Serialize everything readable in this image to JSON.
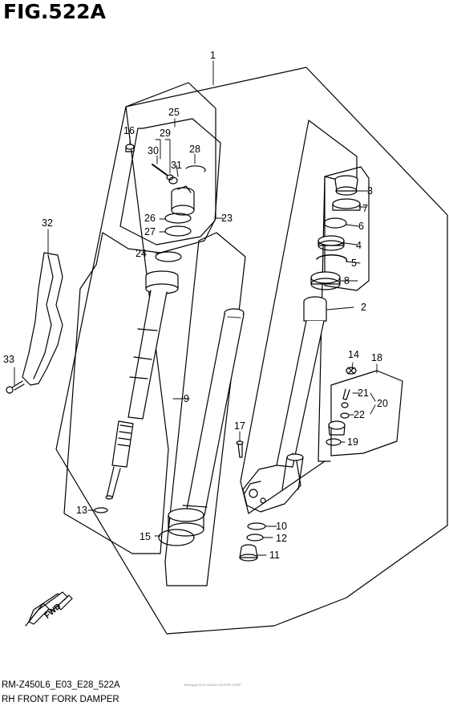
{
  "figure": {
    "title": "FIG.522A"
  },
  "footer": {
    "code": "RM-Z450L6_E03_E28_522A",
    "name": "RH FRONT FORK DAMPER",
    "fine_print": "Ref.by(c) 2015 SUZUKI MOTOR CORP."
  },
  "fwd_label": "FWD",
  "callouts": [
    "1",
    "2",
    "3",
    "4",
    "5",
    "6",
    "7",
    "8",
    "9",
    "10",
    "11",
    "12",
    "13",
    "14",
    "15",
    "16",
    "17",
    "18",
    "19",
    "20",
    "21",
    "22",
    "23",
    "24",
    "25",
    "26",
    "27",
    "28",
    "29",
    "30",
    "31",
    "32",
    "33"
  ],
  "colors": {
    "line": "#000000",
    "background": "#ffffff",
    "part_shade": "#cfcfcf"
  }
}
